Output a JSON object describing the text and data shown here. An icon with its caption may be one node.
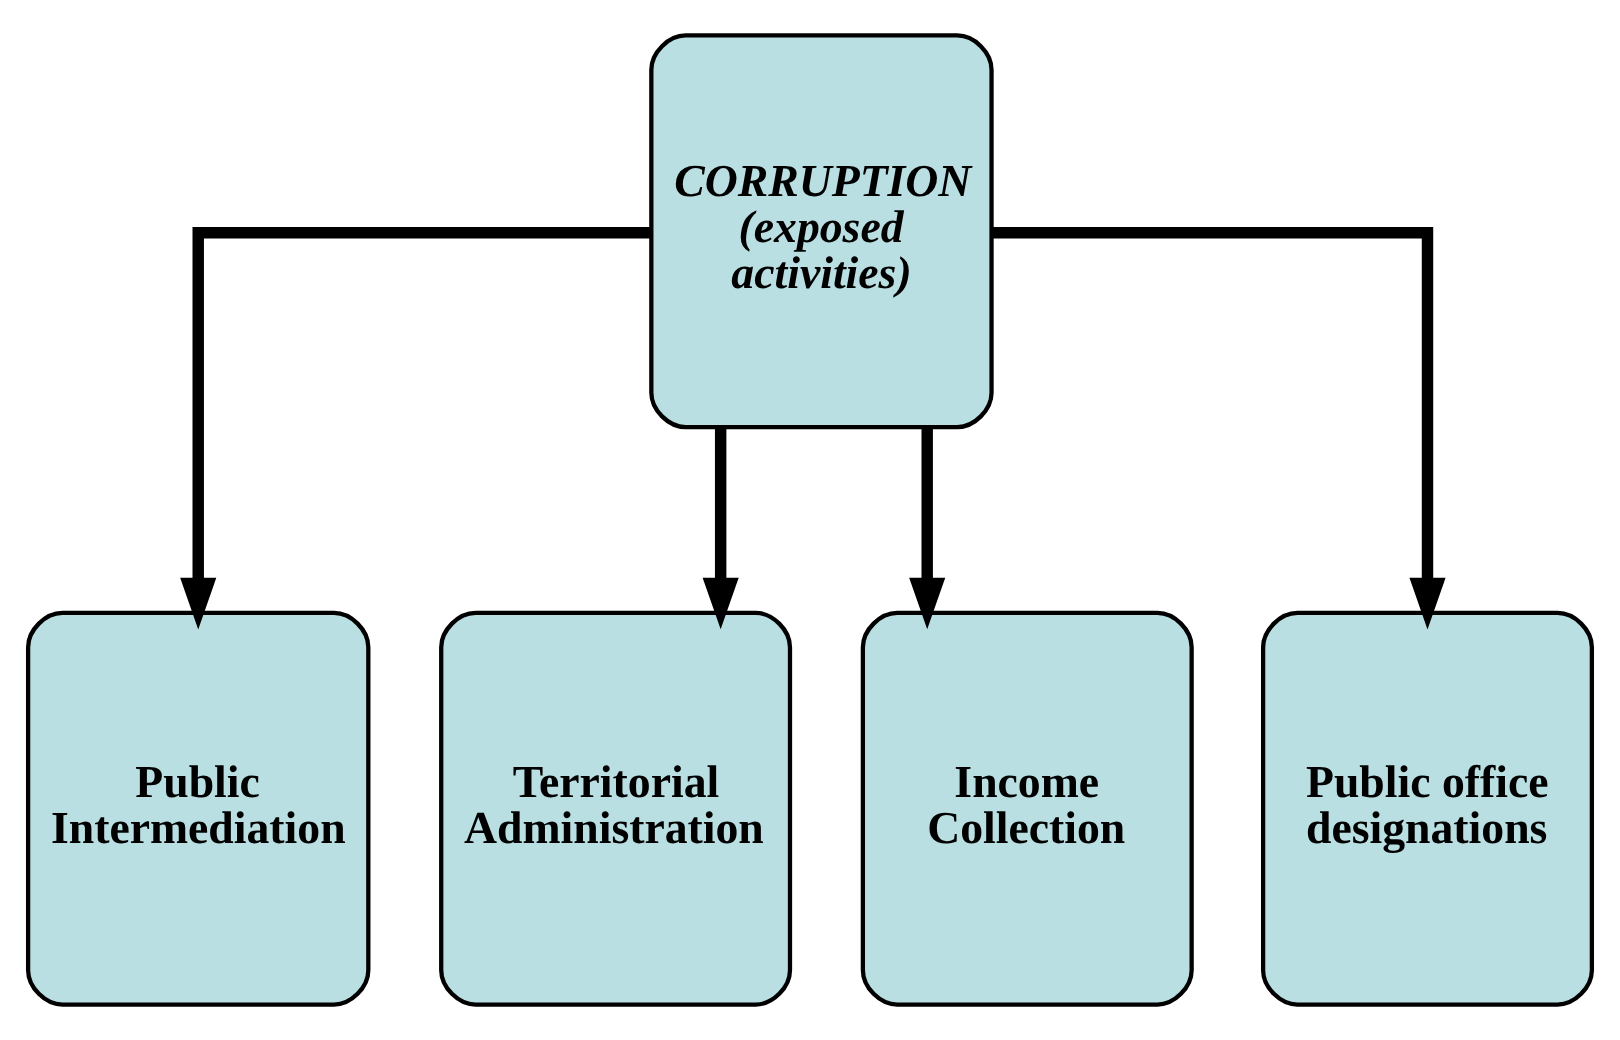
{
  "diagram": {
    "nodes": [
      {
        "text": [
          "CORRUPTION (exposed activities)"
        ]
      },
      {
        "text": [
          "Public Intermediation"
        ]
      },
      {
        "text": [
          "Territorial Administration"
        ]
      },
      {
        "text": [
          "Income Collection"
        ]
      },
      {
        "text": [
          "Public office designations"
        ]
      }
    ],
    "edges": [
      {
        "from": 0,
        "to": 1,
        "arrow": "to"
      },
      {
        "from": 0,
        "to": 2,
        "arrow": "to"
      },
      {
        "from": 0,
        "to": 3,
        "arrow": "to"
      },
      {
        "from": 0,
        "to": 4,
        "arrow": "to"
      }
    ]
  }
}
